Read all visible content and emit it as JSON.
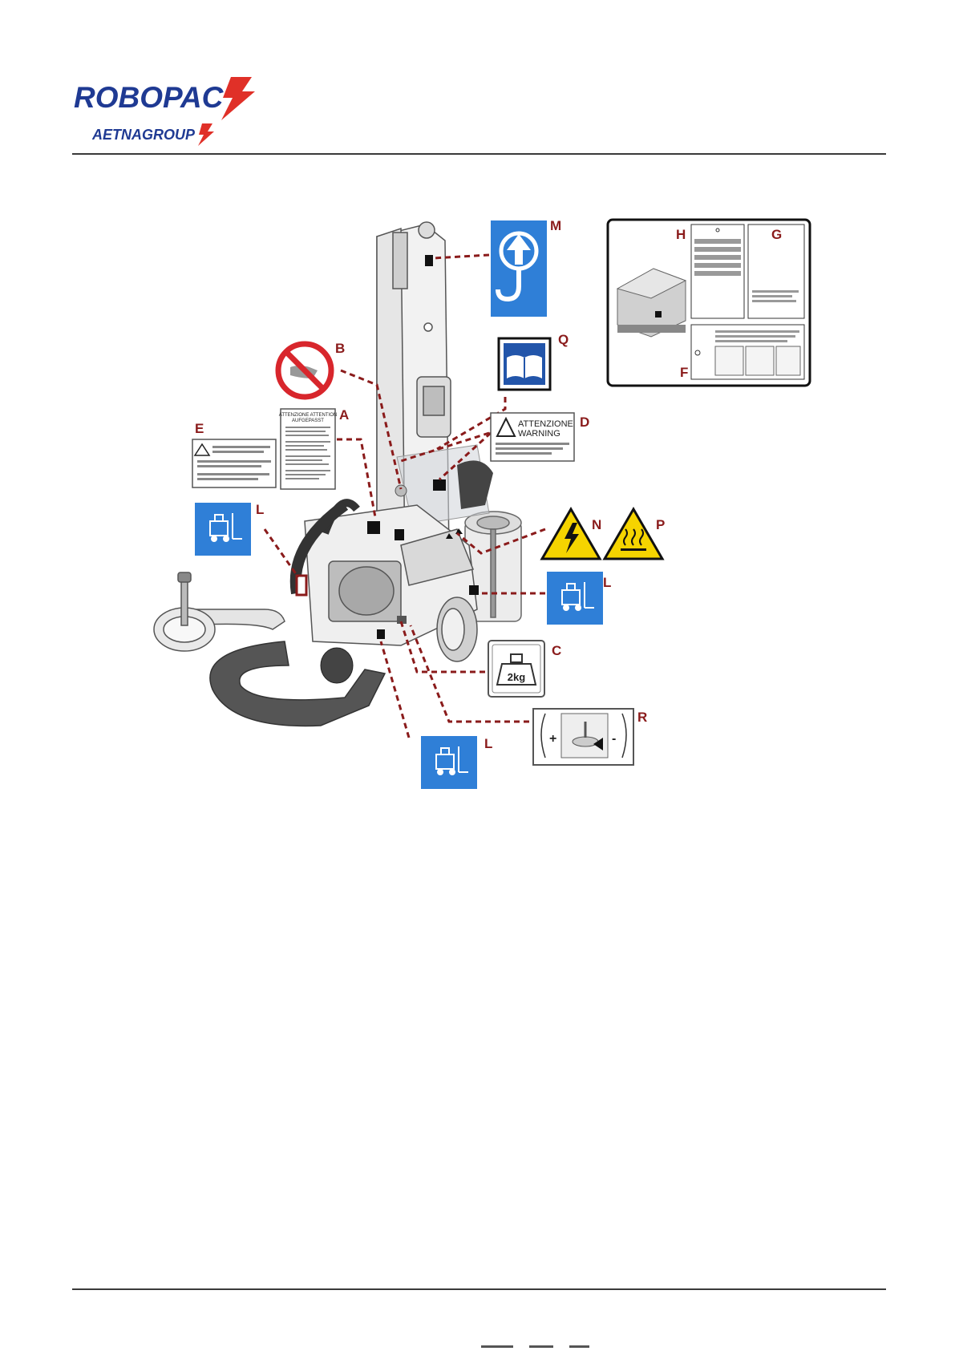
{
  "header": {
    "brand": "ROBOPAC",
    "sub_brand": "AETNAGROUP"
  },
  "labels": {
    "A": "A",
    "B": "B",
    "C": "C",
    "D": "D",
    "E": "E",
    "F": "F",
    "G": "G",
    "H": "H",
    "L": "L",
    "M": "M",
    "N": "N",
    "P": "P",
    "Q": "Q",
    "R": "R"
  },
  "sign_texts": {
    "warning_title_1": "ATTENZIONE",
    "warning_title_2": "WARNING",
    "weight": "2kg",
    "plus": "+",
    "minus": "-",
    "battery_header": "ATTENZIONE   ATTENTION",
    "battery_header_2": "AUFGEPASST"
  },
  "colors": {
    "accent_blue": "#2f7fd7",
    "arrow_red": "#8a1b1b",
    "warning_yellow": "#f5d400",
    "prohibit_red": "#d8262c"
  },
  "icons": [
    "lift-hook-icon",
    "manual-book-icon",
    "no-hand-icon",
    "electric-hazard-icon",
    "hot-surface-icon",
    "forklift-icon",
    "weight-icon",
    "warning-triangle-icon"
  ]
}
